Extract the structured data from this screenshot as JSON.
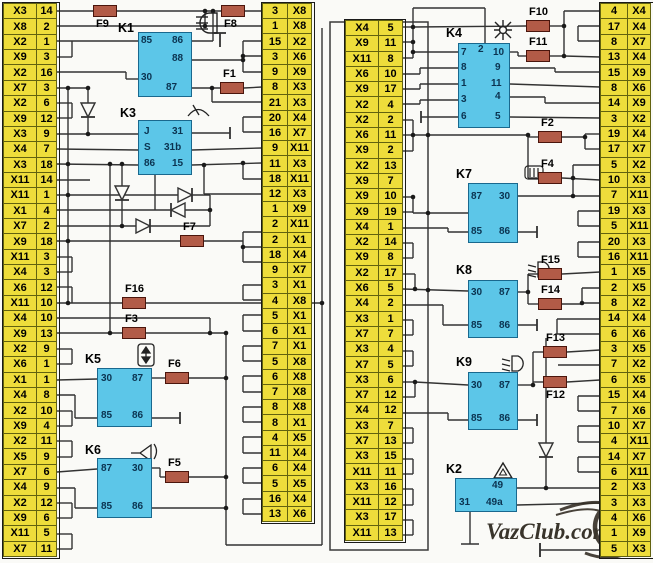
{
  "watermark": {
    "text": "VazClub.com"
  },
  "colors": {
    "terminal_fill": "#eedd3b",
    "relay_fill": "#5cc6e8",
    "fuse_fill": "#b25b47",
    "wire": "#333333"
  },
  "connectors": {
    "left": [
      [
        "X3",
        "14"
      ],
      [
        "X8",
        "2"
      ],
      [
        "X2",
        "1"
      ],
      [
        "X9",
        "3"
      ],
      [
        "X2",
        "16"
      ],
      [
        "X7",
        "3"
      ],
      [
        "X2",
        "6"
      ],
      [
        "X9",
        "12"
      ],
      [
        "X3",
        "9"
      ],
      [
        "X4",
        "7"
      ],
      [
        "X3",
        "18"
      ],
      [
        "X11",
        "14"
      ],
      [
        "X11",
        "1"
      ],
      [
        "X1",
        "4"
      ],
      [
        "X7",
        "2"
      ],
      [
        "X9",
        "18"
      ],
      [
        "X11",
        "3"
      ],
      [
        "X4",
        "3"
      ],
      [
        "X6",
        "12"
      ],
      [
        "X11",
        "10"
      ],
      [
        "X4",
        "10"
      ],
      [
        "X9",
        "13"
      ],
      [
        "X2",
        "9"
      ],
      [
        "X6",
        "1"
      ],
      [
        "X1",
        "1"
      ],
      [
        "X4",
        "8"
      ],
      [
        "X2",
        "10"
      ],
      [
        "X9",
        "4"
      ],
      [
        "X2",
        "11"
      ],
      [
        "X5",
        "9"
      ],
      [
        "X7",
        "6"
      ],
      [
        "X4",
        "9"
      ],
      [
        "X2",
        "12"
      ],
      [
        "X9",
        "6"
      ],
      [
        "X11",
        "5"
      ],
      [
        "X7",
        "11"
      ]
    ],
    "mid_left": [
      [
        "3",
        "X8"
      ],
      [
        "1",
        "X8"
      ],
      [
        "15",
        "X2"
      ],
      [
        "3",
        "X6"
      ],
      [
        "9",
        "X9"
      ],
      [
        "8",
        "X3"
      ],
      [
        "21",
        "X3"
      ],
      [
        "20",
        "X4"
      ],
      [
        "16",
        "X7"
      ],
      [
        "9",
        "X11"
      ],
      [
        "11",
        "X3"
      ],
      [
        "18",
        "X11"
      ],
      [
        "12",
        "X3"
      ],
      [
        "1",
        "X9"
      ],
      [
        "2",
        "X11"
      ],
      [
        "2",
        "X1"
      ],
      [
        "18",
        "X4"
      ],
      [
        "9",
        "X7"
      ],
      [
        "3",
        "X1"
      ],
      [
        "4",
        "X8"
      ],
      [
        "5",
        "X1"
      ],
      [
        "6",
        "X1"
      ],
      [
        "7",
        "X1"
      ],
      [
        "5",
        "X8"
      ],
      [
        "6",
        "X8"
      ],
      [
        "7",
        "X8"
      ],
      [
        "8",
        "X8"
      ],
      [
        "8",
        "X1"
      ],
      [
        "4",
        "X5"
      ],
      [
        "11",
        "X4"
      ],
      [
        "6",
        "X4"
      ],
      [
        "5",
        "X5"
      ],
      [
        "16",
        "X4"
      ],
      [
        "13",
        "X6"
      ]
    ],
    "mid_right": [
      [
        "X4",
        "5"
      ],
      [
        "X9",
        "11"
      ],
      [
        "X11",
        "8"
      ],
      [
        "X6",
        "10"
      ],
      [
        "X9",
        "17"
      ],
      [
        "X2",
        "4"
      ],
      [
        "X2",
        "2"
      ],
      [
        "X6",
        "11"
      ],
      [
        "X9",
        "2"
      ],
      [
        "X2",
        "13"
      ],
      [
        "X9",
        "7"
      ],
      [
        "X9",
        "10"
      ],
      [
        "X9",
        "19"
      ],
      [
        "X4",
        "1"
      ],
      [
        "X2",
        "14"
      ],
      [
        "X9",
        "8"
      ],
      [
        "X2",
        "17"
      ],
      [
        "X6",
        "5"
      ],
      [
        "X4",
        "2"
      ],
      [
        "X3",
        "1"
      ],
      [
        "X7",
        "7"
      ],
      [
        "X3",
        "4"
      ],
      [
        "X7",
        "5"
      ],
      [
        "X3",
        "6"
      ],
      [
        "X7",
        "12"
      ],
      [
        "X4",
        "12"
      ],
      [
        "X3",
        "7"
      ],
      [
        "X7",
        "13"
      ],
      [
        "X3",
        "15"
      ],
      [
        "X11",
        "11"
      ],
      [
        "X3",
        "16"
      ],
      [
        "X11",
        "12"
      ],
      [
        "X3",
        "17"
      ],
      [
        "X11",
        "13"
      ]
    ],
    "right": [
      [
        "4",
        "X4"
      ],
      [
        "17",
        "X4"
      ],
      [
        "8",
        "X7"
      ],
      [
        "13",
        "X4"
      ],
      [
        "15",
        "X9"
      ],
      [
        "8",
        "X6"
      ],
      [
        "14",
        "X9"
      ],
      [
        "3",
        "X2"
      ],
      [
        "19",
        "X4"
      ],
      [
        "17",
        "X7"
      ],
      [
        "5",
        "X2"
      ],
      [
        "10",
        "X3"
      ],
      [
        "7",
        "X11"
      ],
      [
        "19",
        "X3"
      ],
      [
        "5",
        "X11"
      ],
      [
        "20",
        "X3"
      ],
      [
        "16",
        "X11"
      ],
      [
        "1",
        "X5"
      ],
      [
        "2",
        "X5"
      ],
      [
        "8",
        "X2"
      ],
      [
        "14",
        "X4"
      ],
      [
        "6",
        "X6"
      ],
      [
        "3",
        "X5"
      ],
      [
        "7",
        "X2"
      ],
      [
        "6",
        "X5"
      ],
      [
        "15",
        "X4"
      ],
      [
        "7",
        "X6"
      ],
      [
        "10",
        "X7"
      ],
      [
        "4",
        "X11"
      ],
      [
        "14",
        "X7"
      ],
      [
        "6",
        "X11"
      ],
      [
        "2",
        "X3"
      ],
      [
        "3",
        "X3"
      ],
      [
        "4",
        "X6"
      ],
      [
        "1",
        "X9"
      ],
      [
        "5",
        "X3"
      ]
    ]
  },
  "relays": {
    "K1": {
      "name": "K1",
      "icon": "high-beam",
      "pins": [
        "85",
        "86",
        "88",
        "30",
        "87"
      ]
    },
    "K3": {
      "name": "K3",
      "icon": "wiper",
      "pins": [
        "J",
        "31",
        "S",
        "31b",
        "86",
        "15"
      ]
    },
    "K4": {
      "name": "K4",
      "icon": "hazard-lamp",
      "pins": [
        "2",
        "7",
        "8",
        "1",
        "3",
        "6",
        "10",
        "9",
        "11",
        "4",
        "5"
      ]
    },
    "K5": {
      "name": "K5",
      "icon": "window-lift",
      "pins": [
        "30",
        "87",
        "85",
        "86"
      ]
    },
    "K6": {
      "name": "K6",
      "icon": "horn",
      "pins": [
        "87",
        "30",
        "85",
        "86"
      ]
    },
    "K7": {
      "name": "K7",
      "icon": "heated-rear-window",
      "pins": [
        "87",
        "30",
        "85",
        "86"
      ]
    },
    "K8": {
      "name": "K8",
      "icon": "low-beam",
      "pins": [
        "30",
        "87",
        "85",
        "86"
      ]
    },
    "K9": {
      "name": "K9",
      "icon": "fog-lamp",
      "pins": [
        "30",
        "87",
        "85",
        "86"
      ]
    },
    "K2": {
      "name": "K2",
      "icon": "warning-triangle",
      "pins": [
        "49",
        "31",
        "49a"
      ]
    }
  },
  "fuses": [
    "F9",
    "F8",
    "F1",
    "F7",
    "F16",
    "F3",
    "F6",
    "F5",
    "F10",
    "F11",
    "F2",
    "F4",
    "F15",
    "F14",
    "F13",
    "F12"
  ]
}
